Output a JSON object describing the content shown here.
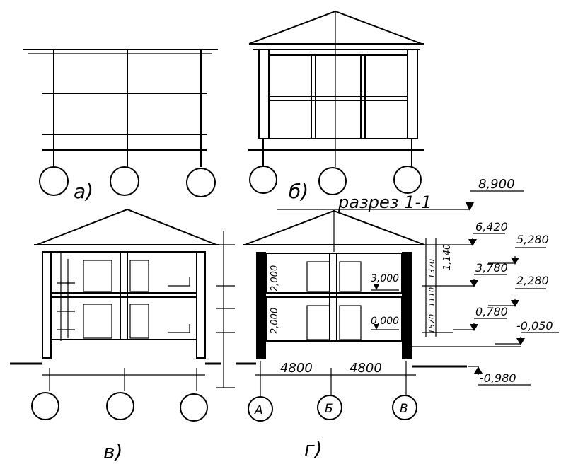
{
  "labels": {
    "a": "а)",
    "b": "б)",
    "v": "в)",
    "g": "г)"
  },
  "section_title": "разрез 1-1",
  "axis_letters": [
    "А",
    "Б",
    "В"
  ],
  "spans": [
    "4800",
    "4800"
  ],
  "inner_heights": [
    "2,000",
    "2,000"
  ],
  "inner_levels": [
    "3,000",
    "0,000"
  ],
  "vertical_dims": [
    "1,140",
    "1370",
    "1110",
    "1570"
  ],
  "levels": {
    "ridge": "8,900",
    "eaves": "6,420",
    "l5280": "5,280",
    "l3780": "3,780",
    "l2280": "2,280",
    "l0780": "0,780",
    "l0050": "-0,050",
    "l0980": "-0,980"
  }
}
